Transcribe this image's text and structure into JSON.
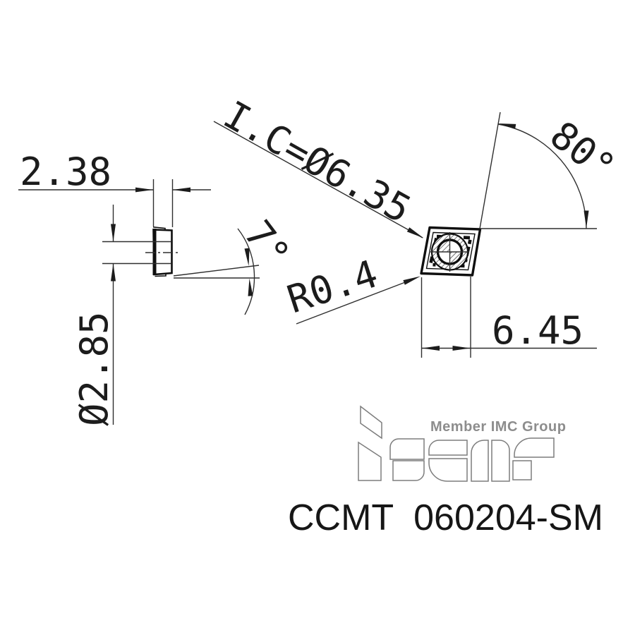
{
  "labels": {
    "width": "2.38",
    "hole_dia": "Ø2.85",
    "clearance_angle": "7°",
    "inscribed_circle": "I.C=Ø6.35",
    "nose_angle": "80°",
    "nose_radius": "R0.4",
    "edge_length": "6.45"
  },
  "part_number": "CCMT  060204-SM",
  "logo": {
    "brand": "iscar",
    "tagline": "Member IMC Group"
  },
  "colors": {
    "background": "#ffffff",
    "dimension_lines": "#2f2f2f",
    "object_lines": "#0f0f0f",
    "text": "#1c1c1c",
    "logo_gray": "#7d7d7d",
    "tagline_gray": "#8d8d8d"
  }
}
